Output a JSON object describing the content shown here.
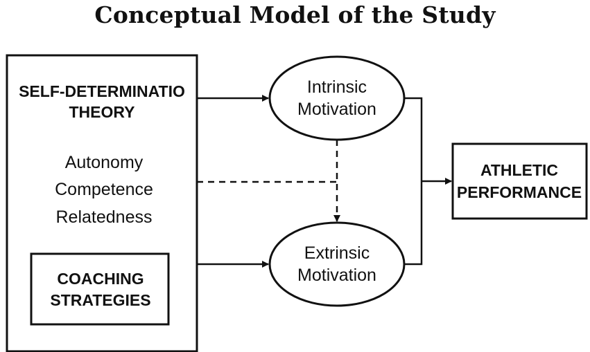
{
  "title": "Conceptual Model of the Study",
  "nodes": {
    "sdt": {
      "line1": "SELF-DETERMINATIO",
      "line2": "THEORY"
    },
    "components": [
      "Autonomy",
      "Competence",
      "Relatedness"
    ],
    "coaching": {
      "line1": "COACHING",
      "line2": "STRATEGIES"
    },
    "intrinsic": {
      "line1": "Intrinsic",
      "line2": "Motivation"
    },
    "extrinsic": {
      "line1": "Extrinsic",
      "line2": "Motivation"
    },
    "performance": {
      "line1": "ATHLETIC",
      "line2": "PERFORMANCE"
    }
  },
  "colors": {
    "stroke": "#111111",
    "background": "#ffffff"
  }
}
